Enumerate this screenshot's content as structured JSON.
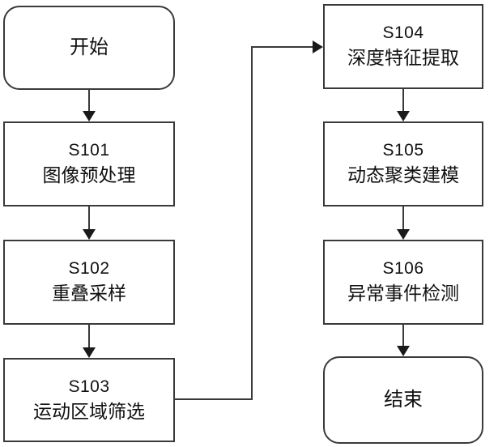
{
  "diagram": {
    "title": "",
    "colors": {
      "border": "#3a3a3a",
      "background": "#ffffff",
      "text": "#111111",
      "arrow": "#1a1a1a"
    },
    "nodes": [
      {
        "key": "start",
        "shape": "terminal",
        "id_text": "",
        "label": "开始"
      },
      {
        "key": "s101",
        "shape": "process",
        "id_text": "S101",
        "label": "图像预处理"
      },
      {
        "key": "s102",
        "shape": "process",
        "id_text": "S102",
        "label": "重叠采样"
      },
      {
        "key": "s103",
        "shape": "process",
        "id_text": "S103",
        "label": "运动区域筛选"
      },
      {
        "key": "s104",
        "shape": "process",
        "id_text": "S104",
        "label": "深度特征提取"
      },
      {
        "key": "s105",
        "shape": "process",
        "id_text": "S105",
        "label": "动态聚类建模"
      },
      {
        "key": "s106",
        "shape": "process",
        "id_text": "S106",
        "label": "异常事件检测"
      },
      {
        "key": "end",
        "shape": "terminal",
        "id_text": "",
        "label": "结束"
      }
    ],
    "edges": [
      {
        "key": "start-s101",
        "from": "start",
        "to": "s101",
        "style": "straight-down"
      },
      {
        "key": "s101-s102",
        "from": "s101",
        "to": "s102",
        "style": "straight-down"
      },
      {
        "key": "s102-s103",
        "from": "s102",
        "to": "s103",
        "style": "straight-down"
      },
      {
        "key": "s103-s104",
        "from": "s103",
        "to": "s104",
        "style": "right-up-right"
      },
      {
        "key": "s104-s105",
        "from": "s104",
        "to": "s105",
        "style": "straight-down"
      },
      {
        "key": "s105-s106",
        "from": "s105",
        "to": "s106",
        "style": "straight-down"
      },
      {
        "key": "s106-end",
        "from": "s106",
        "to": "end",
        "style": "straight-down"
      }
    ]
  }
}
